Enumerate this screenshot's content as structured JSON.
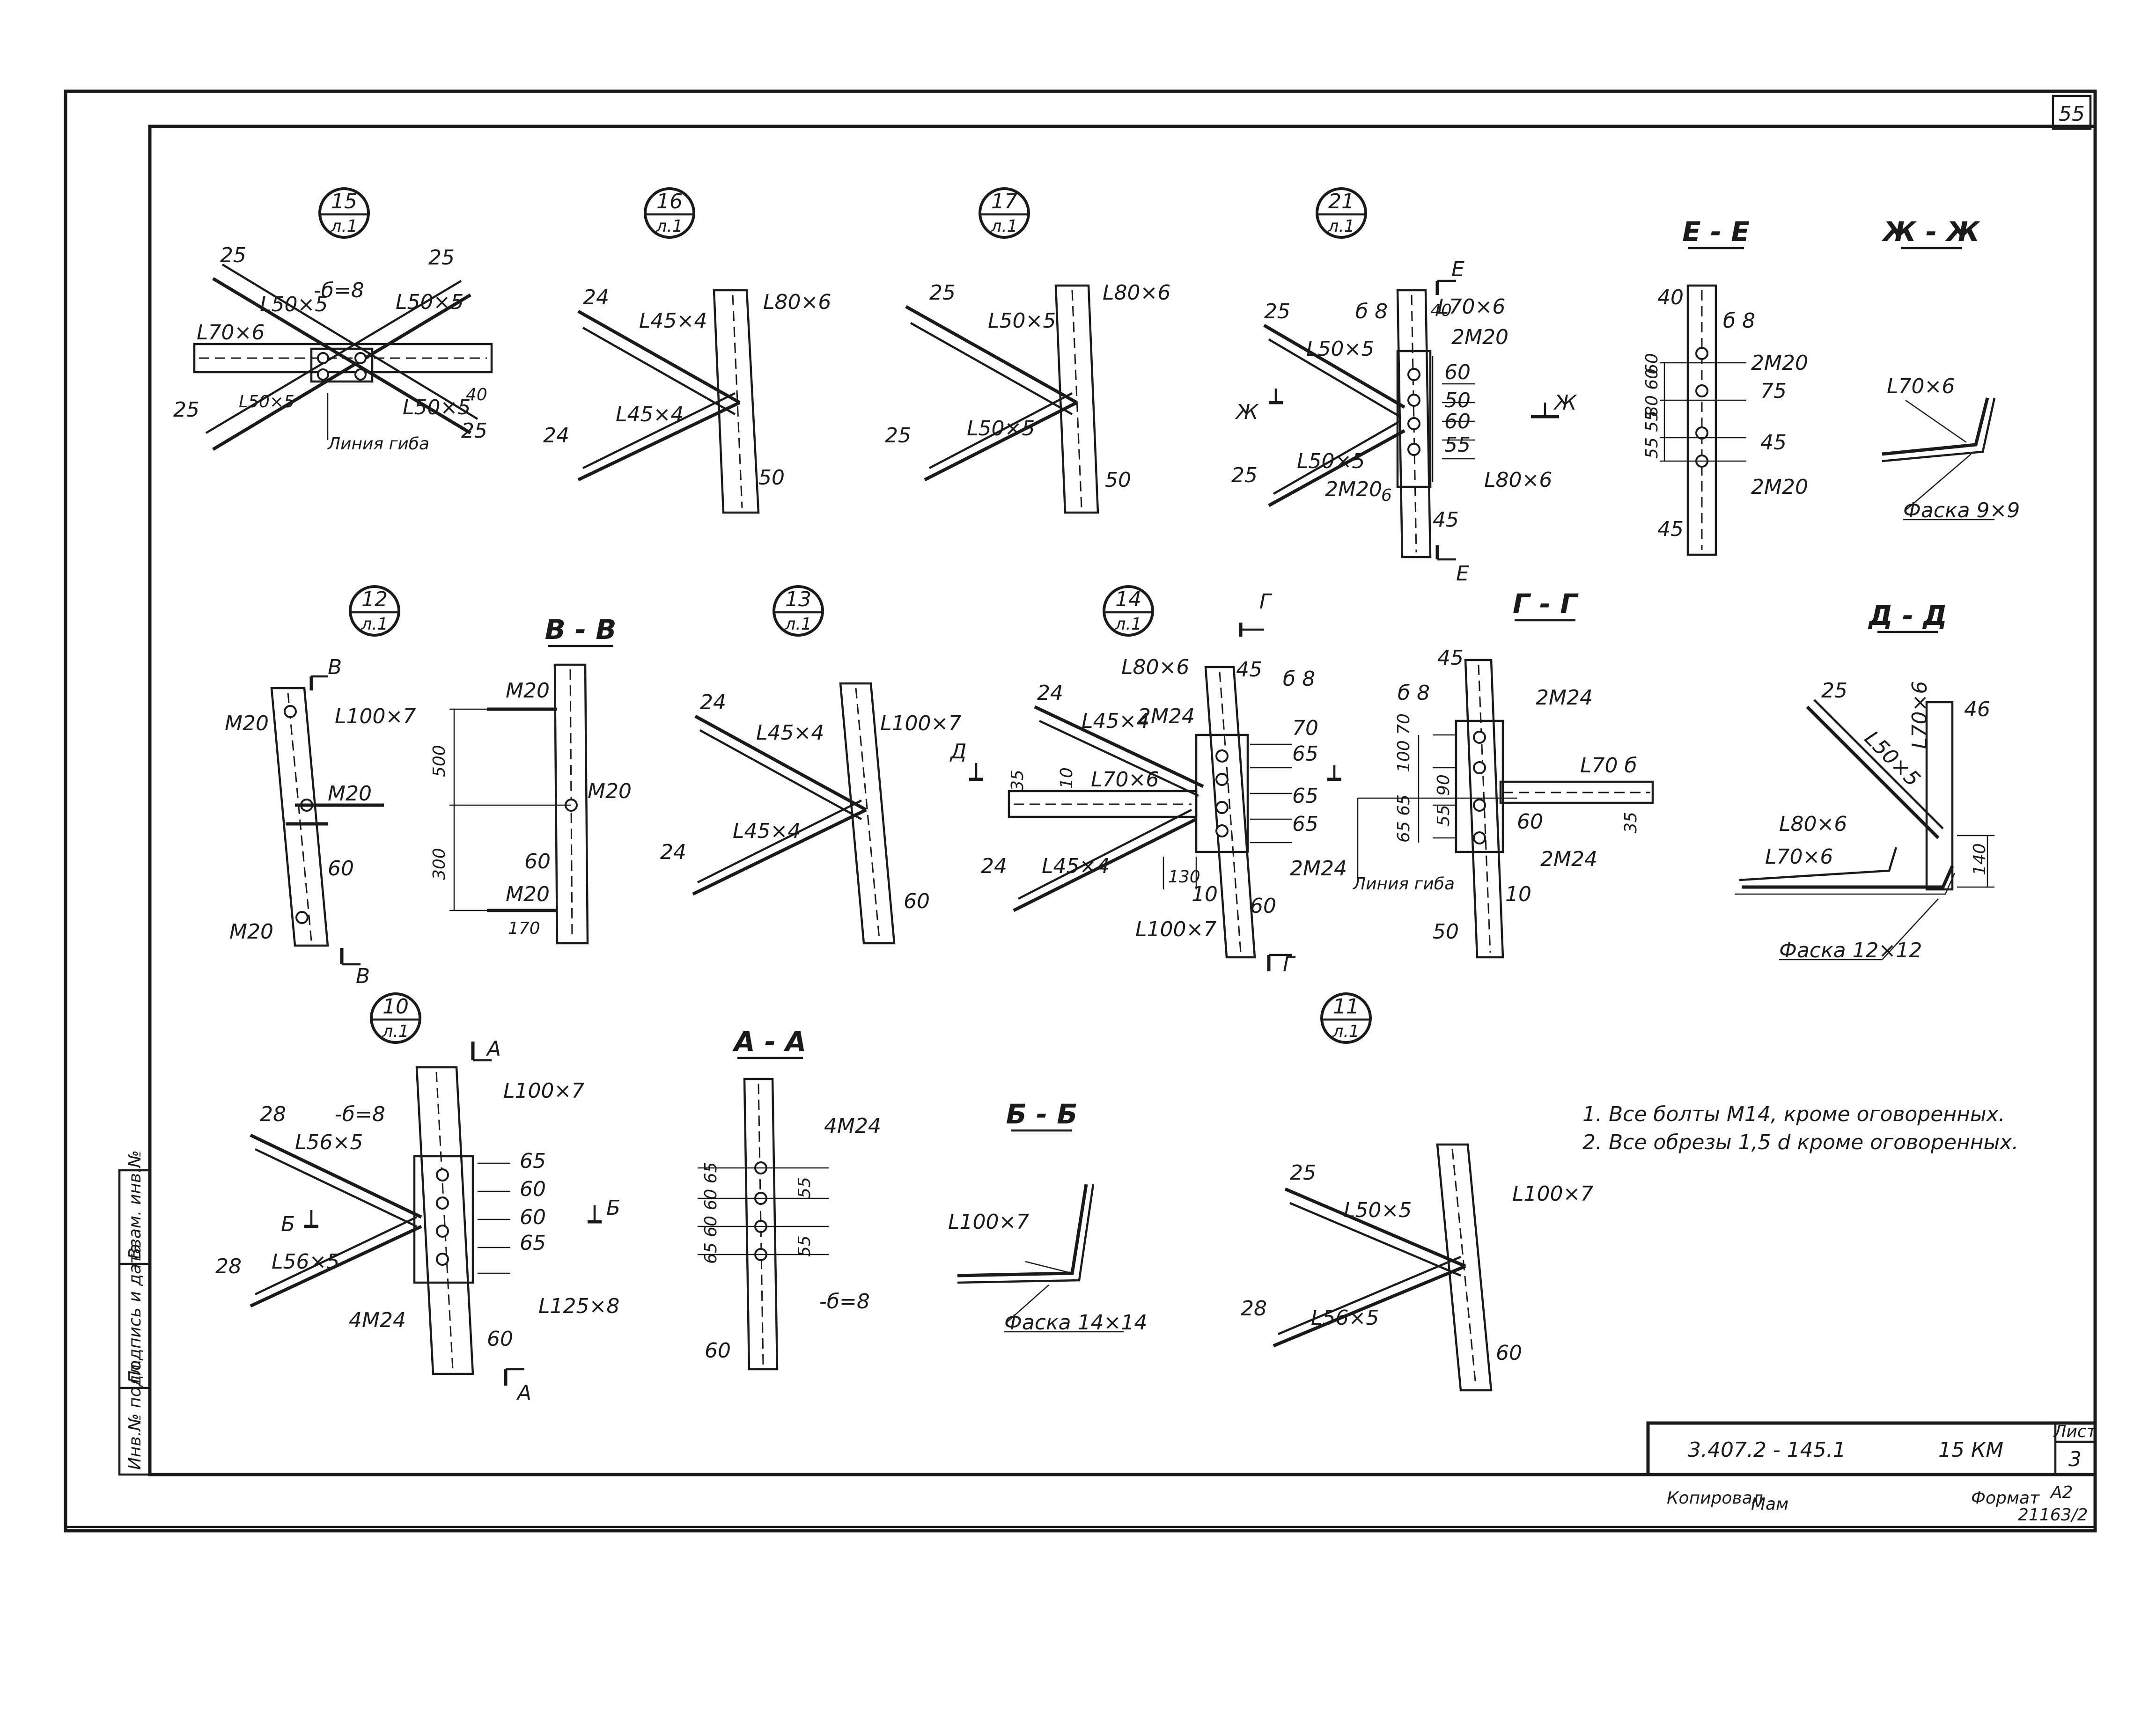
{
  "sheet": {
    "page_number": "55",
    "sheet_label": "Лист",
    "sheet_no": "3",
    "doc_code": "3.407.2 - 145.1",
    "doc_section": "15 КМ",
    "copied_label": "Копировал",
    "copied_sign": "Мам",
    "format_label": "Формат",
    "format_value": "А2",
    "archive_no": "21163/2",
    "side_stamp": [
      "Инв.№ подл.",
      "Подпись и дата",
      "Взам. инв.№"
    ]
  },
  "notes": [
    "1. Все болты М14, кроме оговоренных.",
    "2. Все обрезы 1,5 d кроме оговоренных."
  ],
  "nodes": {
    "n15": {
      "num": "15",
      "sheet": "л.1",
      "labels": [
        "25",
        "-б=8",
        "25",
        "L50×5",
        "L50×5",
        "L70×6",
        "25",
        "L50×5",
        "L50×5",
        "25",
        "40",
        "Линия гиба"
      ]
    },
    "n16": {
      "num": "16",
      "sheet": "л.1",
      "labels": [
        "24",
        "L45×4",
        "L80×6",
        "24",
        "L45×4",
        "50"
      ]
    },
    "n17": {
      "num": "17",
      "sheet": "л.1",
      "labels": [
        "25",
        "L50×5",
        "L80×6",
        "25",
        "L50×5",
        "50"
      ]
    },
    "n21": {
      "num": "21",
      "sheet": "л.1",
      "labels": [
        "25",
        "б 8",
        "L50×5",
        "L70×6",
        "2М20",
        "40",
        "60",
        "50",
        "60",
        "55",
        "Ж",
        "Ж",
        "25",
        "L50×5",
        "2М20",
        "6",
        "L80×6",
        "45",
        "Е",
        "Е"
      ]
    },
    "n12": {
      "num": "12",
      "sheet": "л.1",
      "labels": [
        "В",
        "М20",
        "L100×7",
        "М20",
        "60",
        "М20",
        "В"
      ]
    },
    "n13": {
      "num": "13",
      "sheet": "л.1",
      "labels": [
        "24",
        "L45×4",
        "L100×7",
        "24",
        "L45×4",
        "60"
      ]
    },
    "n14": {
      "num": "14",
      "sheet": "л.1",
      "labels": [
        "Г",
        "L80×6",
        "45",
        "б 8",
        "24",
        "L45×4",
        "2М24",
        "70",
        "65",
        "Д",
        "35",
        "10",
        "L70×6",
        "65",
        "65",
        "24",
        "L45×4",
        "130",
        "2М24",
        "10",
        "60",
        "L100×7",
        "Г"
      ]
    },
    "n10": {
      "num": "10",
      "sheet": "л.1",
      "labels": [
        "А",
        "L100×7",
        "28",
        "-б=8",
        "L56×5",
        "65",
        "60",
        "Б",
        "60",
        "Б",
        "65",
        "28",
        "L56×5",
        "4М24",
        "L125×8",
        "60",
        "А"
      ]
    },
    "n11": {
      "num": "11",
      "sheet": "л.1",
      "labels": [
        "25",
        "L50×5",
        "L100×7",
        "28",
        "L56×5",
        "60"
      ]
    }
  },
  "sections": {
    "ee": {
      "title": "Е - Е",
      "labels": [
        "40",
        "б 8",
        "2М20",
        "75",
        "45",
        "2М20",
        "45",
        "55 55",
        "80 60",
        "60"
      ]
    },
    "zhzh": {
      "title": "Ж - Ж",
      "labels": [
        "L70×6",
        "Фаска 9×9"
      ]
    },
    "vv": {
      "title": "В - В",
      "labels": [
        "М20",
        "500",
        "М20",
        "300",
        "60",
        "М20",
        "170"
      ]
    },
    "gg": {
      "title": "Г - Г",
      "labels": [
        "45",
        "б 8",
        "2М24",
        "100 70",
        "90",
        "55",
        "65 65",
        "L70 б",
        "60",
        "35",
        "2М24",
        "Линия гиба",
        "10",
        "50"
      ]
    },
    "dd": {
      "title": "Д - Д",
      "labels": [
        "25",
        "L50×5",
        "L70×6",
        "46",
        "L80×6",
        "L70×6",
        "140",
        "Фаска 12×12"
      ]
    },
    "aa": {
      "title": "А - А",
      "labels": [
        "4М24",
        "65 60 60 65",
        "55",
        "55",
        "-б=8",
        "60"
      ]
    },
    "bb": {
      "title": "Б - Б",
      "labels": [
        "L100×7",
        "Фаска 14×14"
      ]
    }
  }
}
